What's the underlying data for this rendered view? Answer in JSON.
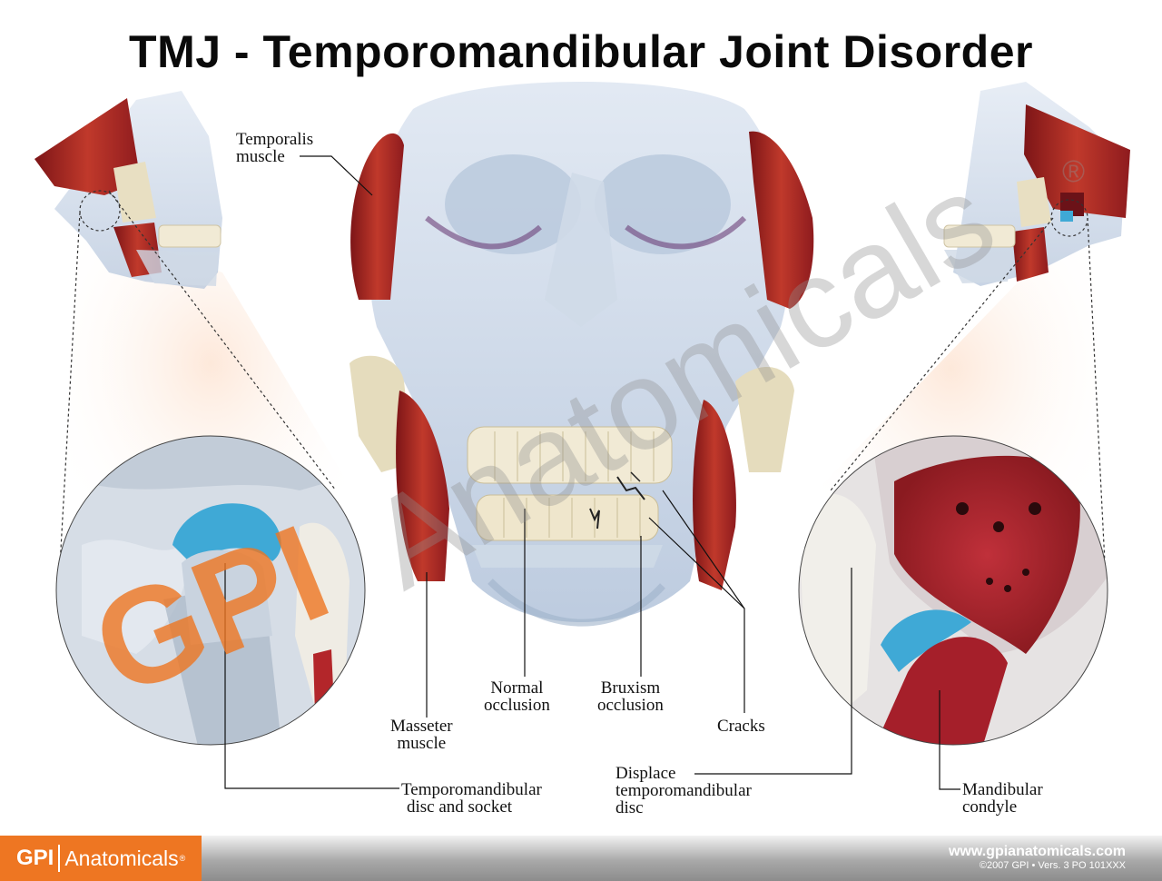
{
  "title": "TMJ - Temporomandibular Joint Disorder",
  "labels": {
    "temporalis": [
      "Temporalis",
      "muscle"
    ],
    "masseter": [
      "Masseter",
      "muscle"
    ],
    "normal_occlusion": [
      "Normal",
      "occlusion"
    ],
    "bruxism_occlusion": [
      "Bruxism",
      "occlusion"
    ],
    "cracks": "Cracks",
    "tmj_disc": [
      "Temporomandibular",
      "disc and socket"
    ],
    "displaced_disc": [
      "Displace",
      "temporomandibular",
      "disc"
    ],
    "mandibular_condyle": [
      "Mandibular",
      "condyle"
    ]
  },
  "watermark": {
    "text_gpi": "GPI",
    "text_anatomicals": "Anatomicals",
    "registered": "®"
  },
  "footer": {
    "brand_gpi": "GPI",
    "brand_anatomicals": "Anatomicals",
    "brand_reg": "®",
    "url": "www.gpianatomicals.com",
    "copyright": "©2007 GPI • Vers. 3 PO 101XXX"
  },
  "colors": {
    "brand_orange": "#ee7622",
    "muscle_red": "#b3262a",
    "disc_blue": "#3fa9d6"
  }
}
